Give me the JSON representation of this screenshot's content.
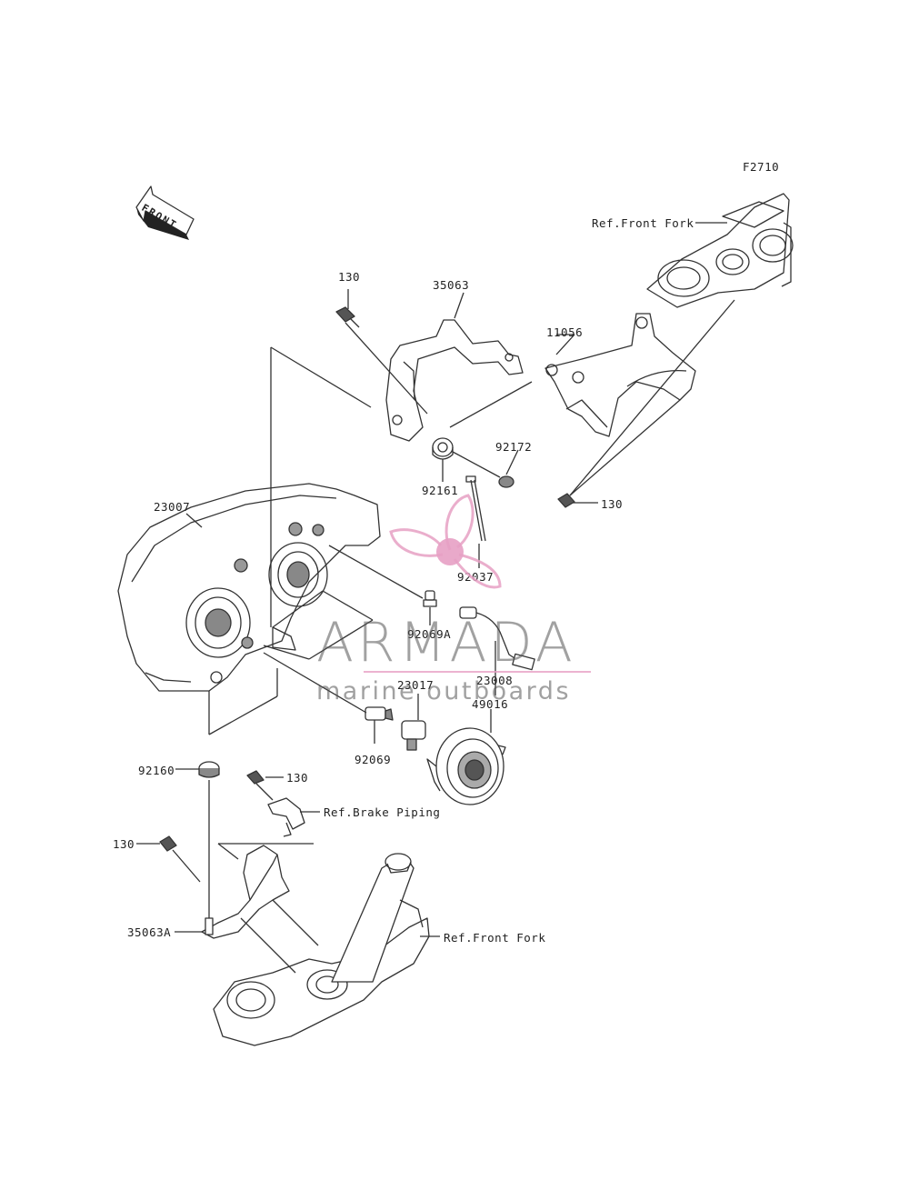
{
  "diagram_code": "F2710",
  "front_arrow_label": "FRONT",
  "labels": {
    "ref_front_fork_top": "Ref.Front Fork",
    "ref_front_fork_bottom": "Ref.Front Fork",
    "ref_brake_piping": "Ref.Brake Piping",
    "p130_a": "130",
    "p130_b": "130",
    "p130_c": "130",
    "p130_d": "130",
    "p35063": "35063",
    "p11056": "11056",
    "p92172": "92172",
    "p92161": "92161",
    "p23007": "23007",
    "p92037": "92037",
    "p92069A": "92069A",
    "p23008": "23008",
    "p23017": "23017",
    "p49016": "49016",
    "p92069": "92069",
    "p92160": "92160",
    "p35063A": "35063A"
  },
  "watermark": {
    "title": "ARMADA",
    "subtitle": "marine outboards",
    "accent_color": "#e7a0c4"
  },
  "colors": {
    "line": "#333333",
    "fill_shadow": "#9a9a9a"
  }
}
